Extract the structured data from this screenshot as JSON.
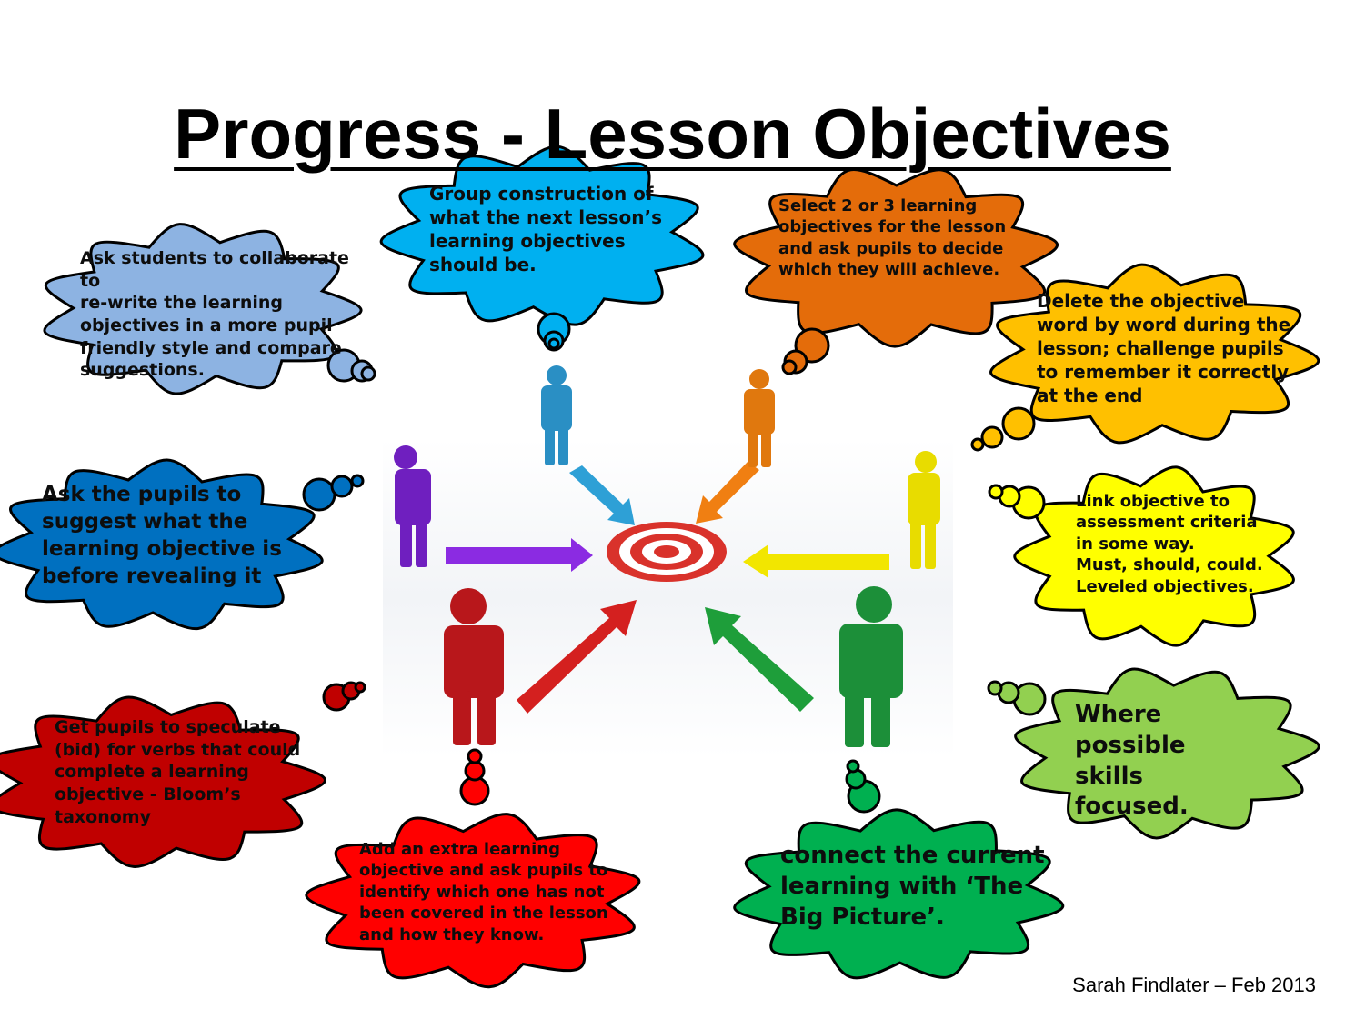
{
  "title": "Progress - Lesson Objectives",
  "credit": "Sarah Findlater – Feb 2013",
  "colors": {
    "lightblue": "#8db3e2",
    "skyblue": "#00b0f0",
    "orange": "#e46c0a",
    "amber": "#ffc000",
    "yellow": "#ffff00",
    "lightgreen": "#92d050",
    "green": "#00b050",
    "red": "#ff0000",
    "darkred": "#c00000",
    "blue": "#0070c0",
    "target": "#d9322b"
  },
  "bubbles": [
    {
      "id": "bubble-collaborate-rewrite",
      "color": "#8db3e2",
      "text": "Ask students to collaborate to\nre-write the learning\nobjectives in a more pupil\nfriendly style and compare\nsuggestions."
    },
    {
      "id": "bubble-group-construction",
      "color": "#00b0f0",
      "text": "Group construction of\nwhat the next lesson’s\nlearning objectives\nshould be."
    },
    {
      "id": "bubble-select-objectives",
      "color": "#e46c0a",
      "text": "Select 2 or 3 learning\nobjectives for the lesson\nand ask pupils to decide\nwhich they will achieve."
    },
    {
      "id": "bubble-delete-word",
      "color": "#ffc000",
      "text": "Delete the objective\nword by word during the\nlesson; challenge pupils\nto remember it correctly\nat the end"
    },
    {
      "id": "bubble-link-assessment",
      "color": "#ffff00",
      "text": "Link objective to\nassessment criteria\nin some way.\nMust, should, could.\nLeveled objectives."
    },
    {
      "id": "bubble-skills-focused",
      "color": "#92d050",
      "text": "Where\npossible skills\nfocused."
    },
    {
      "id": "bubble-big-picture",
      "color": "#00b050",
      "text": "connect the current\nlearning with ‘The\nBig Picture’."
    },
    {
      "id": "bubble-extra-objective",
      "color": "#ff0000",
      "text": "Add an extra learning\nobjective and ask pupils to\nidentify which one has not\nbeen covered in the lesson\nand how they know."
    },
    {
      "id": "bubble-speculate-verbs",
      "color": "#c00000",
      "text": "Get pupils to speculate\n(bid) for verbs that could\ncomplete a learning\nobjective  - Bloom’s\ntaxonomy"
    },
    {
      "id": "bubble-suggest-objective",
      "color": "#0070c0",
      "text": "Ask the pupils to\nsuggest what the\nlearning objective is\nbefore revealing it"
    }
  ]
}
